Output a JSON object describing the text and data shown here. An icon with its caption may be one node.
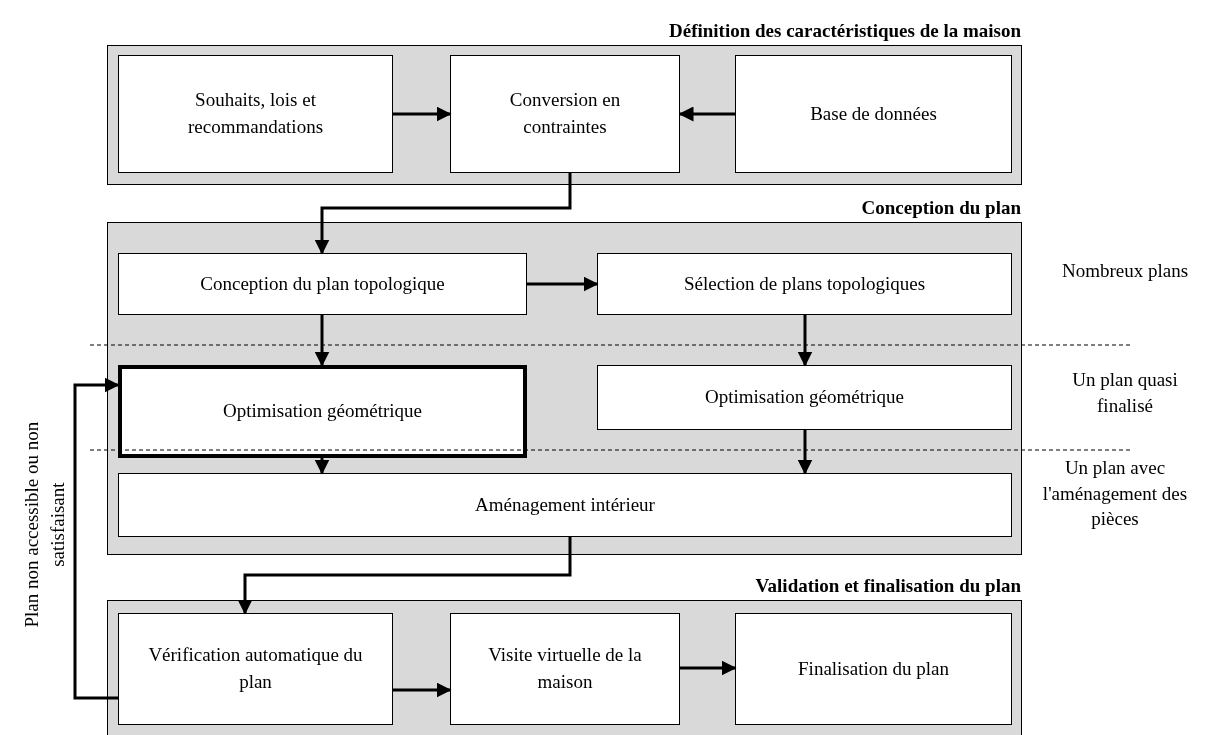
{
  "diagram": {
    "nodes": [
      {
        "text": [
          "Définition des caractéristiques de la maison"
        ]
      },
      {
        "text": [
          "Souhaits, lois et recommandations"
        ],
        "in": 0
      },
      {
        "text": [
          "Conversion en contraintes"
        ],
        "in": 0
      },
      {
        "text": [
          "Base de données"
        ],
        "in": 0
      },
      {
        "text": [
          "Conception du plan"
        ]
      },
      {
        "text": [
          "Conception du plan topologique"
        ],
        "in": 4
      },
      {
        "text": [
          "Sélection de plans topologiques"
        ],
        "in": 4
      },
      {
        "text": [
          "Optimisation géométrique"
        ],
        "in": 4
      },
      {
        "text": [
          "Optimisation géométrique"
        ],
        "in": 4
      },
      {
        "text": [
          "Aménagement intérieur"
        ],
        "in": 4
      },
      {
        "text": [
          "Validation et finalisation du plan"
        ]
      },
      {
        "text": [
          "Vérification automatique du plan"
        ],
        "in": 10
      },
      {
        "text": [
          "Visite virtuelle de la maison"
        ],
        "in": 10
      },
      {
        "text": [
          "Finalisation du plan"
        ],
        "in": 10
      }
    ],
    "edges": [
      {
        "from": 1,
        "to": 2,
        "arrow": "to"
      },
      {
        "from": 3,
        "to": 2,
        "arrow": "to"
      },
      {
        "from": 2,
        "to": 5,
        "arrow": "to"
      },
      {
        "from": 5,
        "to": 6,
        "arrow": "to"
      },
      {
        "from": 5,
        "to": 7,
        "arrow": "to"
      },
      {
        "from": 6,
        "to": 8,
        "arrow": "to"
      },
      {
        "from": 7,
        "to": 9,
        "arrow": "to"
      },
      {
        "from": 8,
        "to": 9,
        "arrow": "to"
      },
      {
        "from": 9,
        "to": 11,
        "arrow": "to"
      },
      {
        "from": 11,
        "to": 12,
        "arrow": "to"
      },
      {
        "from": 12,
        "to": 13,
        "arrow": "to"
      },
      {
        "from": 11,
        "to": 7,
        "arrow": "to",
        "label": "Plan non accessible ou non satisfaisant"
      }
    ],
    "labels": [
      "Nombreux plans",
      "Un plan quasi finalisé",
      "Un plan avec l'aménagement des pièces"
    ]
  }
}
